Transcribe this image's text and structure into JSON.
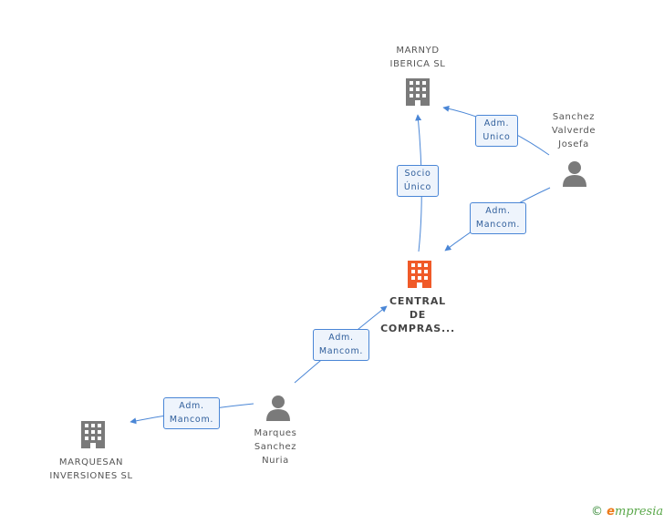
{
  "nodes": {
    "marnyd": {
      "label_lines": [
        "MARNYD",
        "IBERICA SL"
      ],
      "kind": "company"
    },
    "sanchez": {
      "label_lines": [
        "Sanchez",
        "Valverde",
        "Josefa"
      ],
      "kind": "person"
    },
    "central": {
      "label_lines": [
        "CENTRAL",
        "DE",
        "COMPRAS..."
      ],
      "kind": "company-main"
    },
    "marques_person": {
      "label_lines": [
        "Marques",
        "Sanchez",
        "Nuria"
      ],
      "kind": "person"
    },
    "marquesan": {
      "label_lines": [
        "MARQUESAN",
        "INVERSIONES SL"
      ],
      "kind": "company"
    }
  },
  "relations": {
    "sanchez_marnyd": {
      "lines": [
        "Adm.",
        "Unico"
      ]
    },
    "central_marnyd": {
      "lines": [
        "Socio",
        "Único"
      ]
    },
    "sanchez_central": {
      "lines": [
        "Adm.",
        "Mancom."
      ]
    },
    "marques_central": {
      "lines": [
        "Adm.",
        "Mancom."
      ]
    },
    "marques_marquesan": {
      "lines": [
        "Adm.",
        "Mancom."
      ]
    }
  },
  "colors": {
    "edge": "#4a86d6",
    "company_icon": "#7a7a7a",
    "main_icon": "#f05a28",
    "person_icon": "#7a7a7a"
  },
  "brand": {
    "copyright": "©",
    "name_first": "e",
    "name_rest": "mpresia"
  }
}
